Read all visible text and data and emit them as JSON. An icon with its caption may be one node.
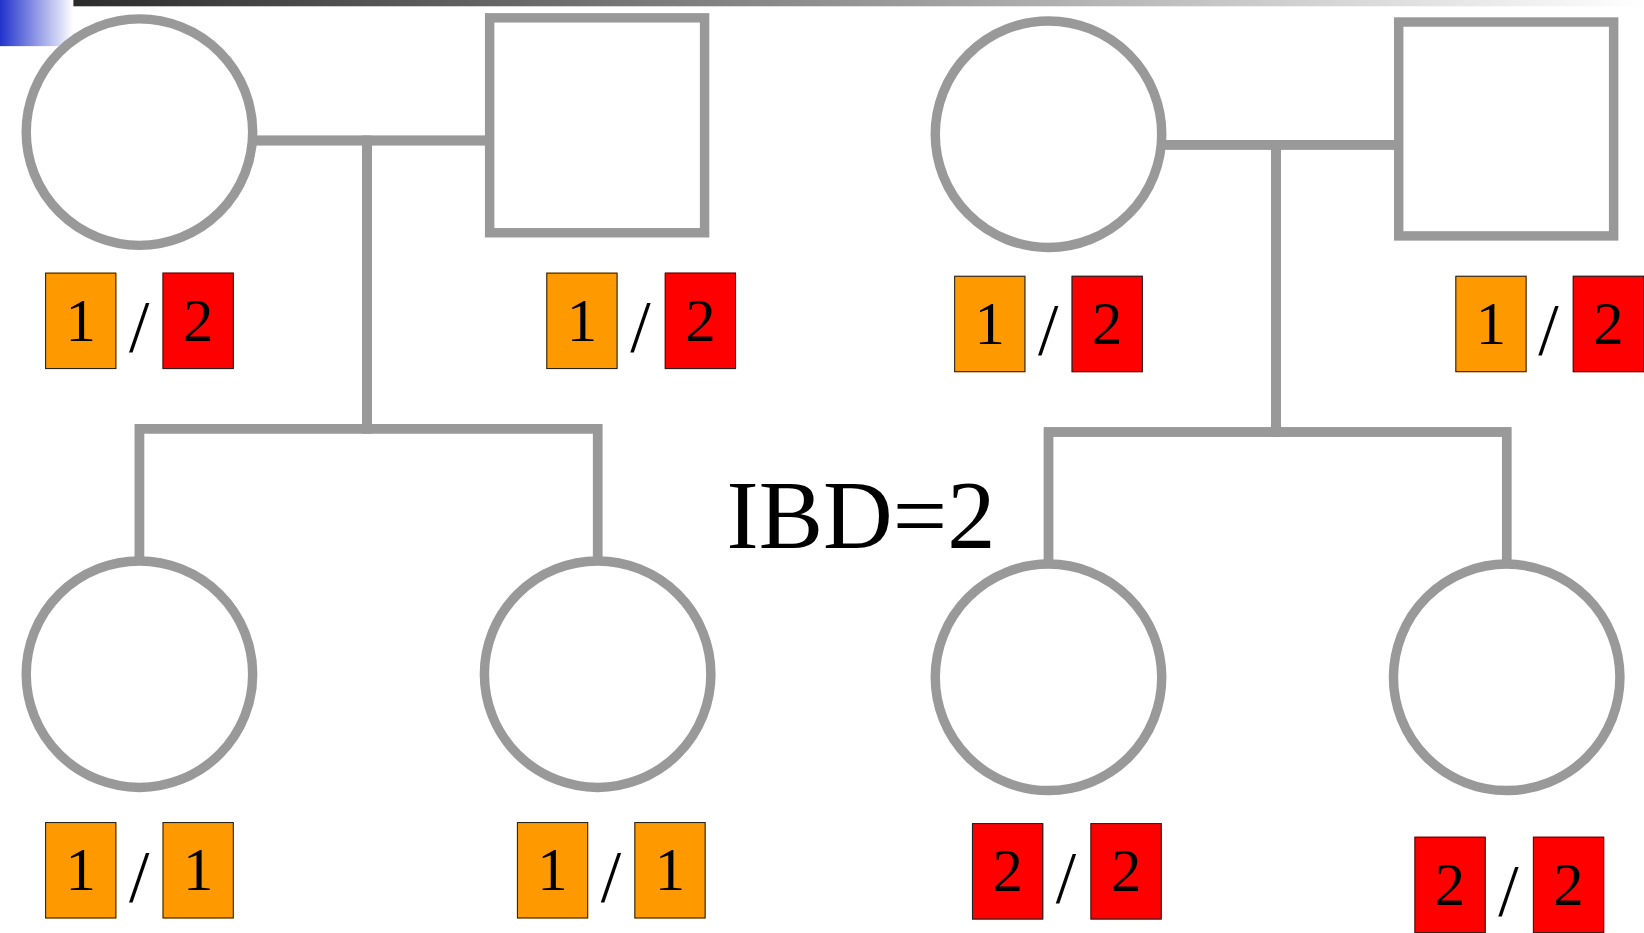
{
  "diagram": {
    "nodes": [
      {
        "text": [],
        "shape": "circle"
      },
      {
        "text": [],
        "shape": "box"
      },
      {
        "text": [],
        "shape": "circle"
      },
      {
        "text": [],
        "shape": "box"
      },
      {
        "text": [
          "1"
        ]
      },
      {
        "text": [
          "2"
        ]
      },
      {
        "text": [
          "1"
        ]
      },
      {
        "text": [
          "2"
        ]
      },
      {
        "text": [
          "1"
        ]
      },
      {
        "text": [
          "2"
        ]
      },
      {
        "text": [
          "1"
        ]
      },
      {
        "text": [
          "2"
        ]
      },
      {
        "text": [],
        "shape": "circle"
      },
      {
        "text": [],
        "shape": "circle"
      },
      {
        "text": [],
        "shape": "circle"
      },
      {
        "text": [],
        "shape": "circle"
      },
      {
        "text": [
          "1"
        ]
      },
      {
        "text": [
          "1"
        ]
      },
      {
        "text": [
          "1"
        ]
      },
      {
        "text": [
          "1"
        ]
      },
      {
        "text": [
          "2"
        ]
      },
      {
        "text": [
          "2"
        ]
      },
      {
        "text": [
          "2"
        ]
      },
      {
        "text": [
          "2"
        ]
      }
    ],
    "edges": [
      {
        "from": 0,
        "to": 1,
        "arrow": "none"
      },
      {
        "from": 0,
        "to": 12,
        "arrow": "none"
      },
      {
        "from": 0,
        "to": 13,
        "arrow": "none"
      },
      {
        "from": 1,
        "to": 12,
        "arrow": "none"
      },
      {
        "from": 1,
        "to": 13,
        "arrow": "none"
      },
      {
        "from": 2,
        "to": 3,
        "arrow": "none"
      },
      {
        "from": 2,
        "to": 14,
        "arrow": "none"
      },
      {
        "from": 2,
        "to": 15,
        "arrow": "none"
      },
      {
        "from": 3,
        "to": 14,
        "arrow": "none"
      },
      {
        "from": 3,
        "to": 15,
        "arrow": "none"
      }
    ],
    "labels": [
      "/",
      "/",
      "/",
      "/",
      "IBD=2",
      "/",
      "/",
      "/",
      "/"
    ]
  }
}
